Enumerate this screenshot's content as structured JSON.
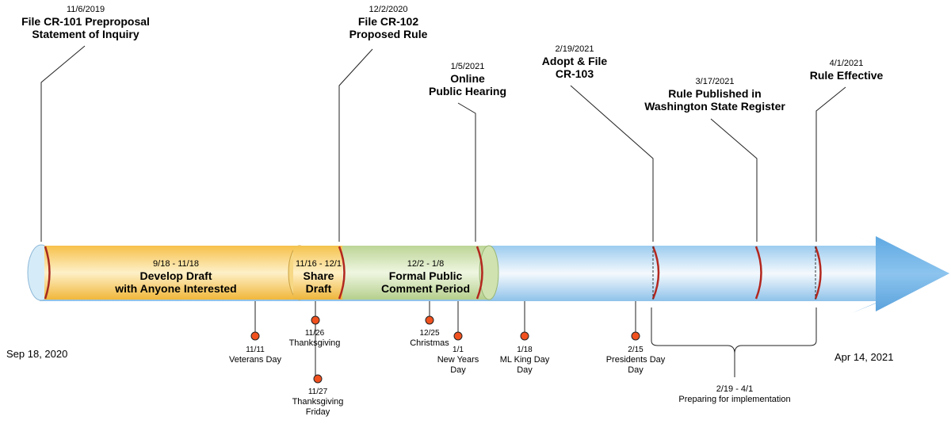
{
  "start_label": "Sep 18, 2020",
  "end_label": "Apr 14, 2021",
  "milestones": [
    {
      "date": "11/6/2019",
      "title": "File CR-101 Preproposal\nStatement of Inquiry"
    },
    {
      "date": "12/2/2020",
      "title": "File CR-102\nProposed Rule"
    },
    {
      "date": "1/5/2021",
      "title": "Online\nPublic Hearing"
    },
    {
      "date": "2/19/2021",
      "title": "Adopt & File\nCR-103"
    },
    {
      "date": "3/17/2021",
      "title": "Rule Published in\nWashington State Register"
    },
    {
      "date": "4/1/2021",
      "title": "Rule Effective"
    }
  ],
  "phases": [
    {
      "dates": "9/18 - 11/18",
      "title": "Develop Draft\nwith Anyone Interested"
    },
    {
      "dates": "11/16 - 12/1",
      "title": "Share\nDraft"
    },
    {
      "dates": "12/2 - 1/8",
      "title": "Formal Public\nComment Period"
    }
  ],
  "holidays": [
    {
      "date": "11/11",
      "name": "Veterans Day"
    },
    {
      "date": "11/26",
      "name": "Thanksgiving"
    },
    {
      "date": "11/27",
      "name": "Thanksgiving\nFriday"
    },
    {
      "date": "12/25",
      "name": "Christmas"
    },
    {
      "date": "1/1",
      "name": "New Years\nDay"
    },
    {
      "date": "1/18",
      "name": "ML King Day\nDay"
    },
    {
      "date": "2/15",
      "name": "Presidents Day\nDay"
    }
  ],
  "bracket": {
    "dates": "2/19 - 4/1",
    "label": "Preparing for implementation"
  },
  "colors": {
    "develop": "#f7c34a",
    "share": "#f5c550",
    "comment": "#c3d9a0",
    "arrow": "#8fc3ea",
    "ring": "#c0392b",
    "dot": "#f0511e"
  }
}
